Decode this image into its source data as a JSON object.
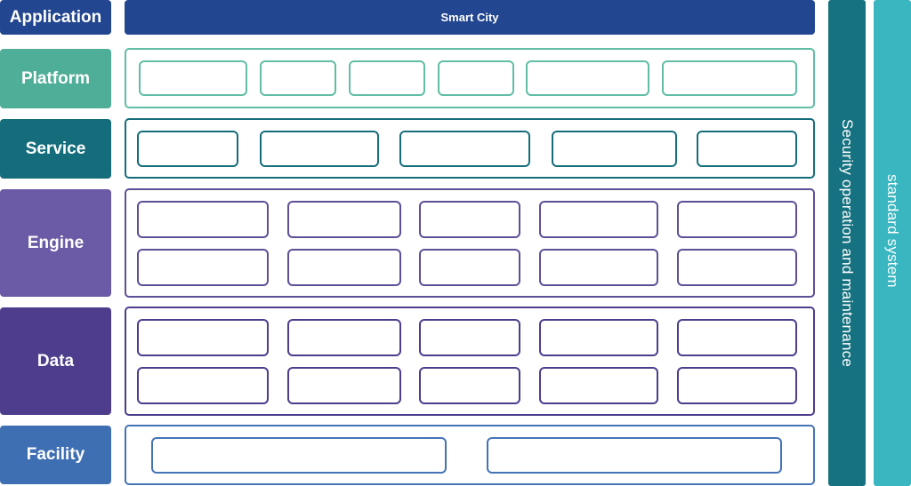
{
  "colors": {
    "application": "#22468f",
    "platform": "#4fae98",
    "platform_border": "#61bda4",
    "service": "#156d7c",
    "engine": "#6b5aa6",
    "engine_border": "#5f4f96",
    "data": "#4e3d8c",
    "data_border": "#4e3d8c",
    "facility": "#3f6fb3",
    "facility_border": "#4473b5",
    "security_bar": "#167280",
    "standard_bar": "#39b6bf"
  },
  "layers": {
    "application": {
      "label": "Application",
      "banner": "Smart City"
    },
    "platform": {
      "label": "Platform"
    },
    "service": {
      "label": "Service"
    },
    "engine": {
      "label": "Engine"
    },
    "data": {
      "label": "Data"
    },
    "facility": {
      "label": "Facility"
    }
  },
  "side_bars": {
    "security": "Security operation and maintenance",
    "standard": "standard system"
  }
}
